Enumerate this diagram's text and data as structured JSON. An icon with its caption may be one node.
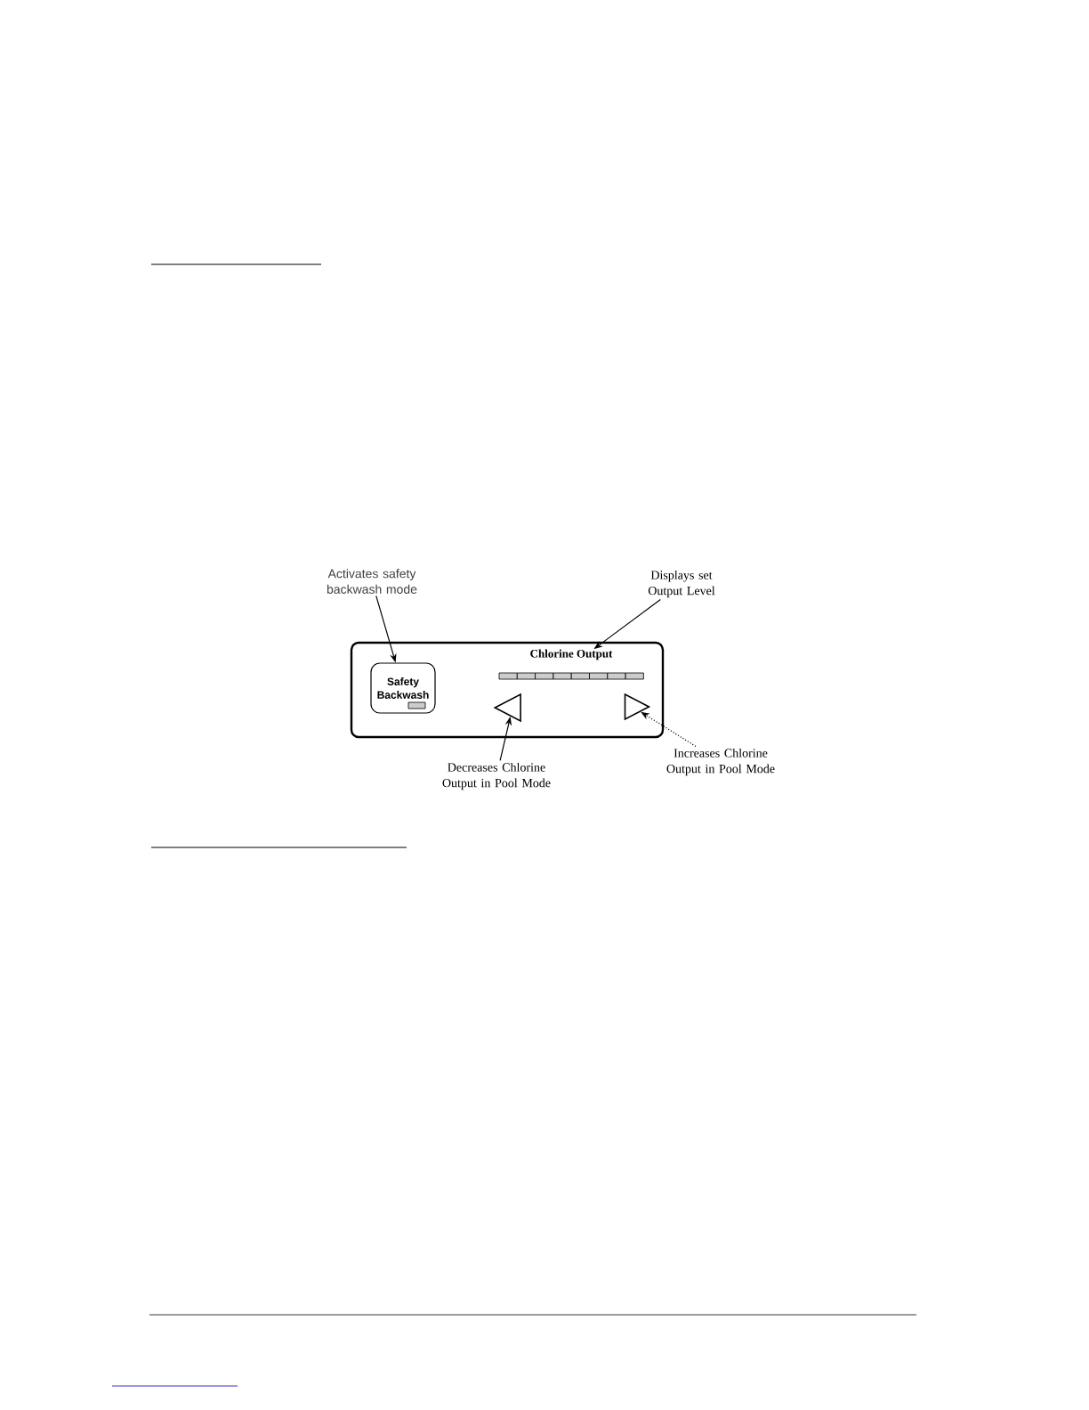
{
  "diagram": {
    "nodes": [
      {
        "text": [],
        "shape": "box"
      },
      {
        "text": [
          "Safety Backwash"
        ],
        "in": 0
      },
      {
        "text": [
          "Chlorine Output"
        ],
        "in": 0
      },
      {
        "text": [],
        "shape": "triangle",
        "in": 0
      },
      {
        "text": [],
        "shape": "triangle",
        "in": 0
      },
      {
        "text": [
          "Activates safety backwash mode"
        ]
      },
      {
        "text": [
          "Displays set Output Level"
        ]
      },
      {
        "text": [
          "Decreases Chlorine Output in Pool Mode"
        ]
      },
      {
        "text": [
          "Increases Chlorine Output in Pool Mode"
        ]
      }
    ],
    "edges": [
      {
        "from": 5,
        "to": 1,
        "arrow": "to"
      },
      {
        "from": 6,
        "to": 2,
        "arrow": "to"
      },
      {
        "from": 7,
        "to": 3,
        "arrow": "to"
      },
      {
        "from": 8,
        "to": 4,
        "arrow": "to",
        "style": "dashed"
      }
    ]
  }
}
